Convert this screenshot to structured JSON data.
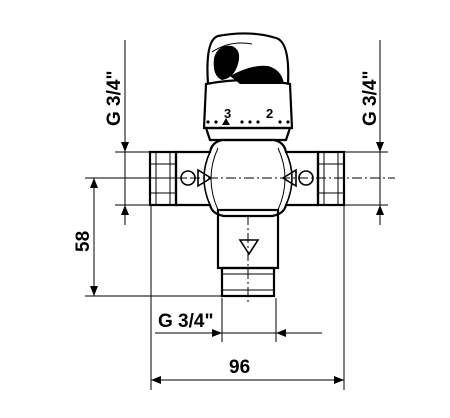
{
  "dimensions": {
    "left_thread": "G 3/4\"",
    "right_thread": "G 3/4\"",
    "outlet_thread": "G 3/4\"",
    "height": "58",
    "width": "96"
  },
  "knob_scale": {
    "mark_left": "3",
    "mark_right": "2"
  },
  "symbols": {
    "left_port": "circle-triangle-right",
    "right_port": "triangle-left-circle",
    "outlet": "triangle-down"
  }
}
